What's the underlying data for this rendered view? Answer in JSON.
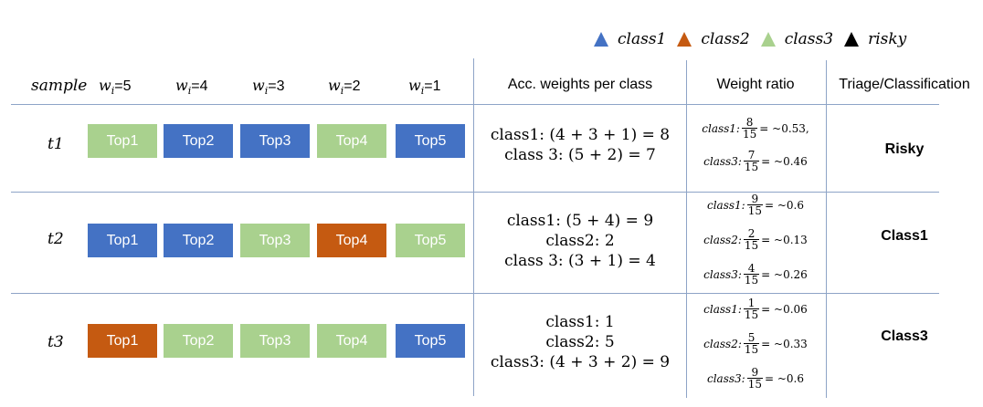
{
  "colors": {
    "class1": "#4472c4",
    "class2": "#c55a11",
    "class3": "#a9d18e",
    "risky": "#000000",
    "rule": "#8ea4c7"
  },
  "legend": [
    {
      "name": "class1",
      "color": "#4472c4"
    },
    {
      "name": "class2",
      "color": "#c55a11"
    },
    {
      "name": "class3",
      "color": "#a9d18e"
    },
    {
      "name": "risky",
      "color": "#000000"
    }
  ],
  "header": {
    "sample": "sample",
    "weights": [
      {
        "sym": "w",
        "sub": "i",
        "val": "=5"
      },
      {
        "sym": "w",
        "sub": "i",
        "val": "=4"
      },
      {
        "sym": "w",
        "sub": "i",
        "val": "=3"
      },
      {
        "sym": "w",
        "sub": "i",
        "val": "=2"
      },
      {
        "sym": "w",
        "sub": "i",
        "val": "=1"
      }
    ],
    "acc": "Acc. weights per class",
    "ratio": "Weight ratio",
    "triage": "Triage/Classification"
  },
  "rows": [
    {
      "sample": "t1",
      "boxes": [
        {
          "label": "Top1",
          "cls": "class3"
        },
        {
          "label": "Top2",
          "cls": "class1"
        },
        {
          "label": "Top3",
          "cls": "class1"
        },
        {
          "label": "Top4",
          "cls": "class3"
        },
        {
          "label": "Top5",
          "cls": "class1"
        }
      ],
      "acc": [
        "class1: (4 + 3 + 1) = 8",
        "class 3: (5 + 2) = 7"
      ],
      "ratios": [
        {
          "label": "class1:",
          "num": "8",
          "den": "15",
          "rest": "= ~0.53,"
        },
        {
          "label": "class3:",
          "num": "7",
          "den": "15",
          "rest": "= ~0.46"
        }
      ],
      "triage": "Risky"
    },
    {
      "sample": "t2",
      "boxes": [
        {
          "label": "Top1",
          "cls": "class1"
        },
        {
          "label": "Top2",
          "cls": "class1"
        },
        {
          "label": "Top3",
          "cls": "class3"
        },
        {
          "label": "Top4",
          "cls": "class2"
        },
        {
          "label": "Top5",
          "cls": "class3"
        }
      ],
      "acc": [
        "class1: (5 + 4) = 9",
        "class2: 2",
        "class 3: (3 + 1) = 4"
      ],
      "ratios": [
        {
          "label": "class1:",
          "num": "9",
          "den": "15",
          "rest": "= ~0.6"
        },
        {
          "label": "class2:",
          "num": "2",
          "den": "15",
          "rest": "= ~0.13"
        },
        {
          "label": "class3:",
          "num": "4",
          "den": "15",
          "rest": "= ~0.26"
        }
      ],
      "triage": "Class1"
    },
    {
      "sample": "t3",
      "boxes": [
        {
          "label": "Top1",
          "cls": "class2"
        },
        {
          "label": "Top2",
          "cls": "class3"
        },
        {
          "label": "Top3",
          "cls": "class3"
        },
        {
          "label": "Top4",
          "cls": "class3"
        },
        {
          "label": "Top5",
          "cls": "class1"
        }
      ],
      "acc": [
        "class1: 1",
        "class2: 5",
        "class3: (4 + 3 + 2) = 9"
      ],
      "ratios": [
        {
          "label": "class1:",
          "num": "1",
          "den": "15",
          "rest": "= ~0.06"
        },
        {
          "label": "class2:",
          "num": "5",
          "den": "15",
          "rest": "= ~0.33"
        },
        {
          "label": "class3:",
          "num": "9",
          "den": "15",
          "rest": "= ~0.6"
        }
      ],
      "triage": "Class3"
    }
  ]
}
